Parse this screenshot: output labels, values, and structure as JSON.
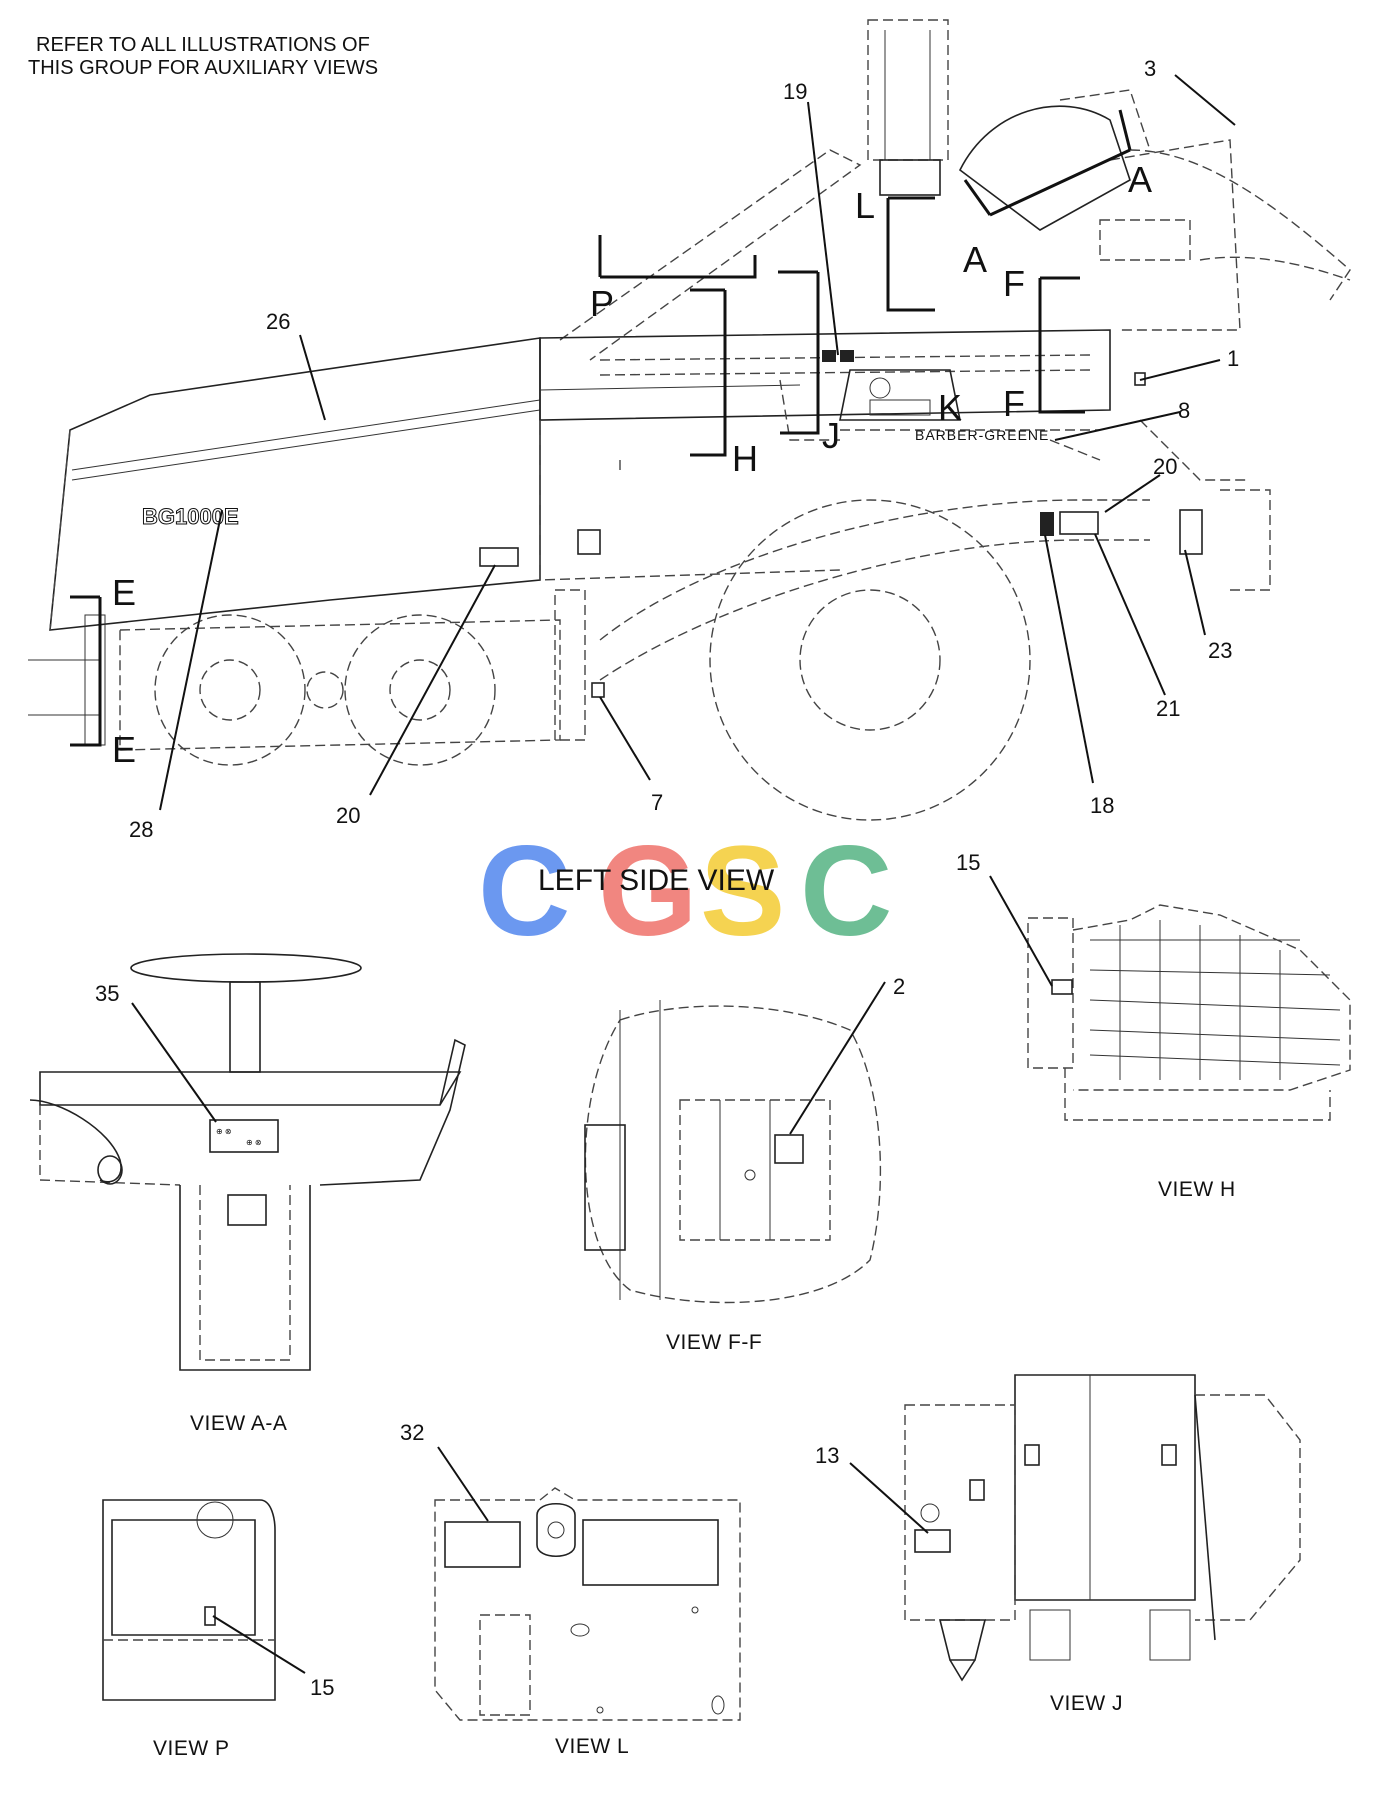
{
  "note": {
    "line1": "REFER TO ALL ILLUSTRATIONS OF",
    "line2": "THIS GROUP FOR AUXILIARY VIEWS"
  },
  "main_view": {
    "caption": "LEFT SIDE VIEW",
    "model_badge": "BG1000E",
    "brand_text": "BARBER-GREENE",
    "section_labels": [
      "A",
      "A",
      "L",
      "P",
      "H",
      "J",
      "K",
      "F",
      "F",
      "E",
      "E"
    ],
    "callouts": [
      "19",
      "3",
      "26",
      "1",
      "8",
      "20",
      "23",
      "21",
      "18",
      "7",
      "20",
      "28"
    ]
  },
  "views": {
    "h": {
      "caption": "VIEW  H",
      "callouts": [
        "15"
      ]
    },
    "aa": {
      "caption": "VIEW A-A",
      "callouts": [
        "35"
      ]
    },
    "ff": {
      "caption": "VIEW  F-F",
      "callouts": [
        "2"
      ]
    },
    "j": {
      "caption": "VIEW J",
      "callouts": [
        "13"
      ]
    },
    "p": {
      "caption": "VIEW  P",
      "callouts": [
        "15"
      ]
    },
    "l": {
      "caption": "VIEW L",
      "callouts": [
        "32"
      ]
    }
  },
  "watermark": {
    "letters": [
      "C",
      "G",
      "S",
      "C"
    ],
    "colors": [
      "#5b8def",
      "#f07a73",
      "#f5cf3f",
      "#5fb88a"
    ]
  }
}
